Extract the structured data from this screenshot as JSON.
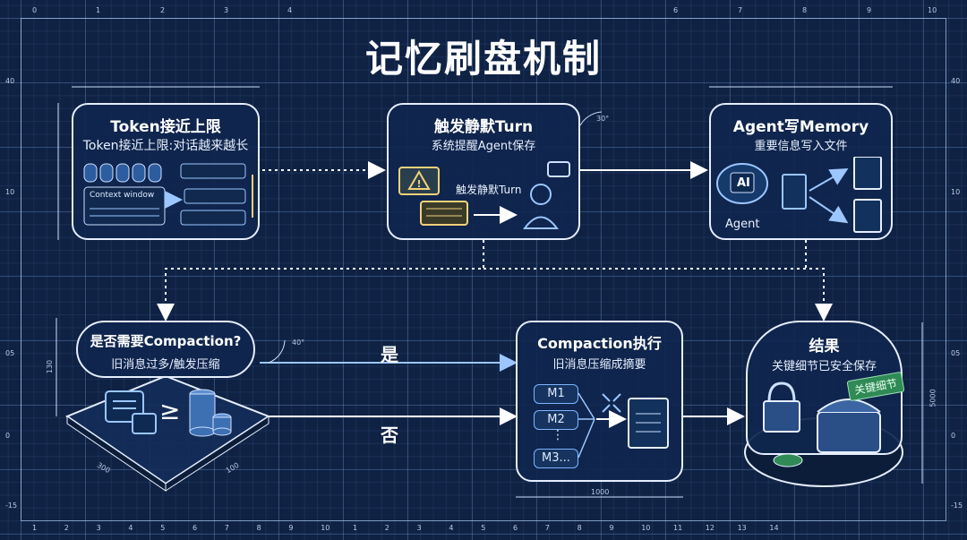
{
  "title": "记忆刷盘机制",
  "ruler": {
    "top": [
      "0",
      "1",
      "2",
      "3",
      "4",
      "6",
      "7",
      "8",
      "9",
      "10"
    ],
    "bottom": [
      "1",
      "2",
      "3",
      "4",
      "5",
      "6",
      "7",
      "8",
      "9",
      "10",
      "1",
      "2",
      "3",
      "4",
      "5",
      "6",
      "7",
      "8",
      "9",
      "10",
      "11",
      "12",
      "13",
      "14"
    ],
    "left": [
      "40",
      "10",
      "05",
      "0",
      "-15"
    ],
    "right": [
      "40",
      "10",
      "05",
      "0",
      "-15"
    ]
  },
  "cards": {
    "token": {
      "title": "Token接近上限",
      "sub": "Token接近上限:对话越来越长",
      "context_label": "Context window"
    },
    "trigger": {
      "title": "触发静默Turn",
      "sub": "系统提醒Agent保存",
      "inner_label": "触发静默Turn"
    },
    "agent": {
      "title": "Agent写Memory",
      "sub": "重要信息写入文件",
      "ai_label": "AI",
      "agent_label": "Agent"
    },
    "decide": {
      "title": "是否需要Compaction?",
      "sub": "旧消息过多/触发压缩",
      "ge_symbol": "≥"
    },
    "compaction": {
      "title": "Compaction执行",
      "sub": "旧消息压缩成摘要",
      "m1": "M1",
      "m2": "M2",
      "dots": "⋮",
      "m3": "M3..."
    },
    "result": {
      "title": "结果",
      "sub": "关键细节已安全保存",
      "badge": "关键细节"
    }
  },
  "branches": {
    "yes": "是",
    "no": "否"
  },
  "dims": {
    "angle1": "30°",
    "angle2": "40°",
    "d1000": "1000",
    "d5000": "5000",
    "d130": "130",
    "d300": "300",
    "d100": "100"
  },
  "colors": {
    "background": "#0f2244",
    "card_border": "#e6eefc",
    "accent_blue": "#7fb3ff",
    "accent_green": "#4fbf7a",
    "warn_yellow": "#f2d27a"
  }
}
